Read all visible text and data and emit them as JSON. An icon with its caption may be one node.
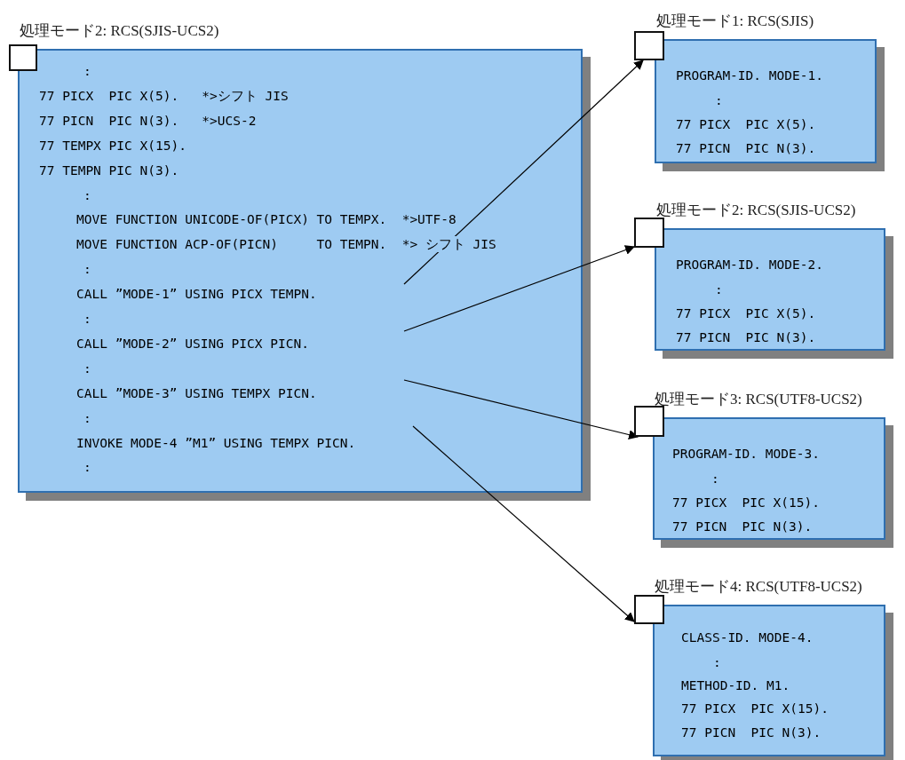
{
  "diagram": {
    "nodes": [
      {
        "text": [
          "処理モード2: RCS(SJIS-UCS2)",
          ":",
          "77 PICX  PIC X(5).   *>シフト JIS",
          "77 PICN  PIC N(3).   *>UCS-2",
          "77 TEMPX PIC X(15).",
          "77 TEMPN PIC N(3).",
          ":",
          "MOVE FUNCTION UNICODE-OF(PICX) TO TEMPX.  *>UTF-8",
          "MOVE FUNCTION ACP-OF(PICN)     TO TEMPN.  *> シフト JIS",
          ":",
          "CALL ”MODE-1” USING PICX TEMPN.",
          ":",
          "CALL ”MODE-2” USING PICX PICN.",
          ":",
          "CALL ”MODE-3” USING TEMPX PICN.",
          ":",
          "INVOKE MODE-4 ”M1” USING TEMPX PICN.",
          ":"
        ]
      },
      {
        "text": [],
        "shape": "box"
      },
      {
        "text": [
          "処理モード1: RCS(SJIS)",
          "PROGRAM-ID. MODE-1.",
          ":",
          "77 PICX  PIC X(5).",
          "77 PICN  PIC N(3)."
        ]
      },
      {
        "text": [],
        "shape": "box"
      },
      {
        "text": [
          "処理モード2: RCS(SJIS-UCS2)",
          "PROGRAM-ID. MODE-2.",
          ":",
          "77 PICX  PIC X(5).",
          "77 PICN  PIC N(3)."
        ]
      },
      {
        "text": [],
        "shape": "box"
      },
      {
        "text": [
          "処理モード3: RCS(UTF8-UCS2)",
          "PROGRAM-ID. MODE-3.",
          ":",
          "77 PICX  PIC X(15).",
          "77 PICN  PIC N(3)."
        ]
      },
      {
        "text": [],
        "shape": "box"
      },
      {
        "text": [
          "処理モード4: RCS(UTF8-UCS2)",
          "CLASS-ID. MODE-4.",
          ":",
          "METHOD-ID. M1.",
          "77 PICX  PIC X(15).",
          "77 PICN  PIC N(3)."
        ]
      },
      {
        "text": [],
        "shape": "box"
      }
    ],
    "edges": [
      {
        "from": 0,
        "to": 3,
        "arrow": "to"
      },
      {
        "from": 0,
        "to": 5,
        "arrow": "to"
      },
      {
        "from": 0,
        "to": 7,
        "arrow": "to"
      },
      {
        "from": 0,
        "to": 9,
        "arrow": "to"
      }
    ]
  }
}
